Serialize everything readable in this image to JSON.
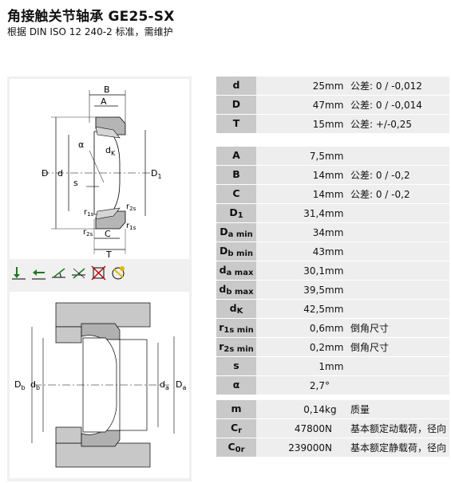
{
  "title": "角接触关节轴承 GE25-SX",
  "subtitle": "根据 DIN ISO 12 240-2 标准，需维护",
  "drawing1": {
    "labels": {
      "B": "B",
      "A": "A",
      "alpha": "α",
      "dK": "d",
      "dK_sub": "K",
      "D": "D",
      "d": "d",
      "D1": "D",
      "D1_sub": "1",
      "s": "s",
      "r1s": "r",
      "r1s_sub": "1s",
      "r2s_a": "r",
      "r2s_a_sub": "2s",
      "r2s_b": "r",
      "r2s_b_sub": "2s",
      "r1s_b": "r",
      "r1s_b_sub": "1s",
      "C": "C",
      "T": "T"
    }
  },
  "icons": [
    "radial-load-icon",
    "axial-load-icon",
    "tilt-angle-icon",
    "angular-tilt-icon",
    "no-relubrication-icon",
    "sealed-bearing-icon"
  ],
  "drawing2": {
    "labels": {
      "Db": "D",
      "Db_sub": "b",
      "db": "d",
      "db_sub": "b",
      "da": "d",
      "da_sub": "a",
      "Da": "D",
      "Da_sub": "a"
    }
  },
  "group1": [
    {
      "sym": "d",
      "sub": "",
      "value": "25",
      "unit": "mm",
      "note": "公差: 0 / -0,012"
    },
    {
      "sym": "D",
      "sub": "",
      "value": "47",
      "unit": "mm",
      "note": "公差: 0 / -0,014"
    },
    {
      "sym": "T",
      "sub": "",
      "value": "15",
      "unit": "mm",
      "note": "公差: +/-0,25"
    }
  ],
  "group2": [
    {
      "sym": "A",
      "sub": "",
      "value": "7,5",
      "unit": "mm",
      "note": ""
    },
    {
      "sym": "B",
      "sub": "",
      "value": "14",
      "unit": "mm",
      "note": "公差: 0 / -0,2"
    },
    {
      "sym": "C",
      "sub": "",
      "value": "14",
      "unit": "mm",
      "note": "公差: 0 / -0,2"
    },
    {
      "sym": "D",
      "sub": "1",
      "value": "31,4",
      "unit": "mm",
      "note": ""
    },
    {
      "sym": "D",
      "sub": "a min",
      "value": "34",
      "unit": "mm",
      "note": ""
    },
    {
      "sym": "D",
      "sub": "b min",
      "value": "43",
      "unit": "mm",
      "note": ""
    },
    {
      "sym": "d",
      "sub": "a max",
      "value": "30,1",
      "unit": "mm",
      "note": ""
    },
    {
      "sym": "d",
      "sub": "b max",
      "value": "39,5",
      "unit": "mm",
      "note": ""
    },
    {
      "sym": "d",
      "sub": "K",
      "value": "42,5",
      "unit": "mm",
      "note": ""
    },
    {
      "sym": "r",
      "sub": "1s min",
      "value": "0,6",
      "unit": "mm",
      "note": "倒角尺寸"
    },
    {
      "sym": "r",
      "sub": "2s min",
      "value": "0,2",
      "unit": "mm",
      "note": "倒角尺寸"
    },
    {
      "sym": "s",
      "sub": "",
      "value": "1",
      "unit": "mm",
      "note": ""
    },
    {
      "sym": "α",
      "sub": "",
      "value": "2,7",
      "unit": "°",
      "note": ""
    }
  ],
  "group3": [
    {
      "sym": "m",
      "sub": "",
      "value": "0,14",
      "unit": "kg",
      "note": "质量"
    },
    {
      "sym": "C",
      "sub": "r",
      "value": "47800",
      "unit": "N",
      "note": "基本额定动载荷，径向"
    },
    {
      "sym": "C",
      "sub": "0r",
      "value": "239000",
      "unit": "N",
      "note": "基本额定静载荷，径向"
    }
  ]
}
